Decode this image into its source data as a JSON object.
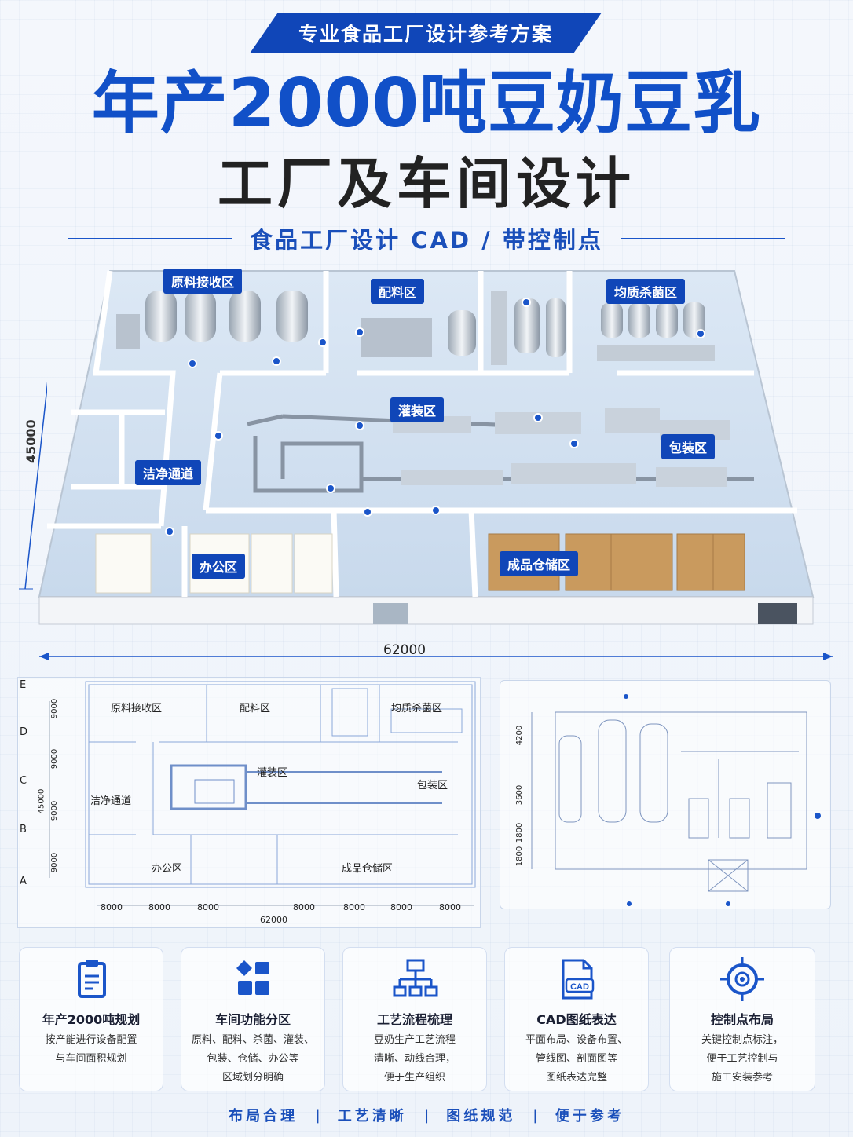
{
  "header": {
    "badge": "专业食品工厂设计参考方案",
    "title_line1": "年产2000吨豆奶豆乳",
    "title_line2": "工厂及车间设计",
    "subtitle": "食品工厂设计 CAD / 带控制点"
  },
  "plan3d": {
    "zones": {
      "raw": "原料接收区",
      "batching": "配料区",
      "homog": "均质杀菌区",
      "filling": "灌装区",
      "packing": "包装区",
      "clean": "洁净通道",
      "office": "办公区",
      "warehouse": "成品仓储区"
    },
    "dim_height": "45000",
    "dim_width": "62000"
  },
  "cad_plan": {
    "rows": [
      "E",
      "D",
      "C",
      "B",
      "A"
    ],
    "row_dims": [
      "9000",
      "9000",
      "9000",
      "9000"
    ],
    "total_height": "45000",
    "col_dims": [
      "8000",
      "8000",
      "8000",
      "8000",
      "8000",
      "8000",
      "8000"
    ],
    "total_width": "62000",
    "zones": {
      "raw": "原料接收区",
      "batching": "配料区",
      "homog": "均质杀菌区",
      "filling": "灌装区",
      "packing": "包装区",
      "clean": "洁净通道",
      "office": "办公区",
      "warehouse": "成品仓储区"
    }
  },
  "cad_section": {
    "dims": [
      "4200",
      "3600",
      "1800",
      "1800"
    ]
  },
  "features": [
    {
      "icon": "clipboard-icon",
      "title": "年产2000吨规划",
      "desc1": "按产能进行设备配置",
      "desc2": "与车间面积规划",
      "desc3": ""
    },
    {
      "icon": "blocks-icon",
      "title": "车间功能分区",
      "desc1": "原料、配料、杀菌、灌装、",
      "desc2": "包装、仓储、办公等",
      "desc3": "区域划分明确"
    },
    {
      "icon": "flowchart-icon",
      "title": "工艺流程梳理",
      "desc1": "豆奶生产工艺流程",
      "desc2": "清晰、动线合理，",
      "desc3": "便于生产组织"
    },
    {
      "icon": "cad-file-icon",
      "title": "CAD图纸表达",
      "desc1": "平面布局、设备布置、",
      "desc2": "管线图、剖面图等",
      "desc3": "图纸表达完整"
    },
    {
      "icon": "target-icon",
      "title": "控制点布局",
      "desc1": "关键控制点标注，",
      "desc2": "便于工艺控制与",
      "desc3": "施工安装参考"
    }
  ],
  "cad_icon_text": "CAD",
  "footer": [
    "布局合理",
    "工艺清晰",
    "图纸规范",
    "便于参考"
  ],
  "colors": {
    "brand": "#1046b8",
    "accent": "#1a55c9",
    "dark": "#222222"
  }
}
